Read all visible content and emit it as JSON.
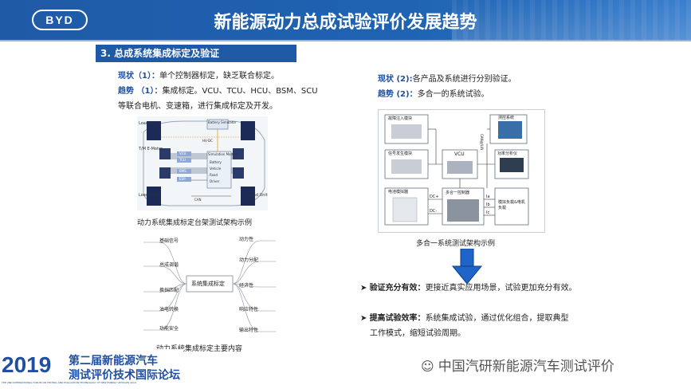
{
  "header": {
    "logo_text": "BYD",
    "title": "新能源动力总成试验评价发展趋势"
  },
  "section": {
    "title": "3. 总成系统集成标定及验证"
  },
  "left": {
    "current_label": "现状（1）：",
    "current_text": "单个控制器标定，缺乏联合标定。",
    "trend_label": "趋势 （1）：",
    "trend_text": "集成标定。VCU、TCU、HCU、BSM、SCU",
    "trend_text2": "等联合电机、变速箱，进行集成标定及开发。",
    "diagram_caption": "动力系统集成标定台架测试架构示例",
    "diagram_labels": {
      "load_unit_tl": "Load Unit",
      "load_unit_bl": "Load Unit",
      "load_unit_br": "Load Unit",
      "tm_emotor": "T/M E-Motor",
      "battery_simulator": "Battery Simulator",
      "hv_dc": "HV-DC",
      "vcu": "VCU",
      "tcu": "TCU",
      "bms": "BMS",
      "esp": "ESP",
      "simulation_models": "Simulation Models",
      "battery": "Battery",
      "vehicle": "Vehicle",
      "road": "Road",
      "driver": "Driver",
      "can": "CAN"
    },
    "mind_caption": "动力系统集成标定主要内容",
    "mind_center": "系统集成标定",
    "mind_left": [
      "基础信号",
      "总成调谐",
      "换挡匹配",
      "油电转换",
      "功能安全"
    ],
    "mind_right": [
      "动力性",
      "动力分配",
      "经济性",
      "响应特性",
      "输出特性"
    ]
  },
  "right": {
    "current_label": "现状 (2):",
    "current_text": "各产品及系统进行分别验证。",
    "trend_label": "趋势 (2)：",
    "trend_text": "多合一的系统试验。",
    "diagram_caption": "多合一系统测试架构示例",
    "diagram_labels": {
      "fault_injection": "故障注入模块",
      "signal_generator": "信号发生模块",
      "power_sim": "电池模拟器",
      "vcu": "VCU",
      "multi_controller": "多合一控制器",
      "monitor": "测控系统",
      "power_analyzer": "功率分析仪",
      "load_box": "模拟负载&电机负载",
      "can_line": "CAN线/LIN",
      "dc_plus": "DC+",
      "dc_minus": "DC-",
      "ia": "Ia",
      "ib": "Ib",
      "ic": "Ic"
    }
  },
  "bullets": [
    {
      "label": "验证充分有效：",
      "text": "更接近真实应用场景，试验更加充分有效。"
    },
    {
      "label": "提高试验效率：",
      "text": "系统集成试验，通过优化组合，提取典型",
      "text2": "工作模式，缩短试验周期。"
    }
  ],
  "footer": {
    "forum_line1": "第二届新能源汽车",
    "forum_line2": "测试评价技术国际论坛",
    "forum_year": "2019",
    "forum_en": "THE 2ND INTERNATIONAL FORUM ON TESTING AND EVALUATION TECHNOLOGY OF NEW ENERGY VEHICLES 2019",
    "wechat_text": "中国汽研新能源汽车测试评价"
  },
  "colors": {
    "header_blue": "#1f5aa6",
    "label_blue": "#1f4fa0",
    "arrow_blue": "#1f64c8"
  }
}
